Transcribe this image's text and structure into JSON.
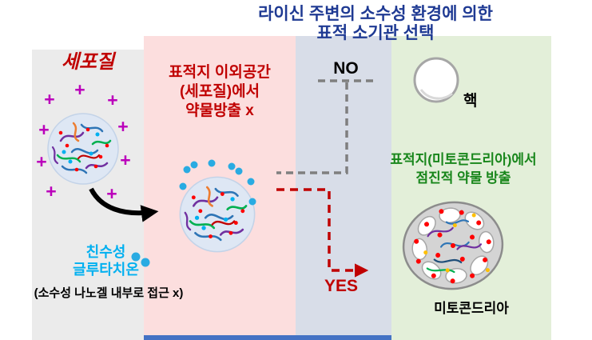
{
  "title": {
    "line1": "라이신 주변의 소수성 환경에 의한",
    "line2": "표적 소기관 선택"
  },
  "left_panel": {
    "label": "세포질"
  },
  "pink_panel": {
    "text_line1": "표적지 이외공간",
    "text_line2": "(세포질)에서",
    "text_line3": "약물방출 x",
    "glutathione_line1": "친수성",
    "glutathione_line2": "글루타치온",
    "note": "(소수성 나노겔 내부로 접근 x)"
  },
  "decision": {
    "no_label": "NO",
    "yes_label": "YES"
  },
  "green_panel": {
    "nucleus_label": "핵",
    "release_line1": "표적지(미토콘드리아)에서",
    "release_line2": "점진적 약물 방출",
    "mitochondria_label": "미토콘드리아"
  },
  "symbols": {
    "plus": "+"
  },
  "colors": {
    "title_blue": "#1F3A93",
    "red_text": "#C00000",
    "green_text": "#18861B",
    "cyan_text": "#00B0F0",
    "pink_panel_bg": "#FCDEDE",
    "gray_panel_bg": "#EBEBEB",
    "blue_panel_bg": "#D8DDE8",
    "green_panel_bg": "#E3EFD9",
    "no_arrow_gray": "#7F7F7F",
    "yes_arrow_red": "#C00000",
    "bottom_bar_blue": "#4472C4",
    "plus_magenta": "#BB00BB"
  }
}
